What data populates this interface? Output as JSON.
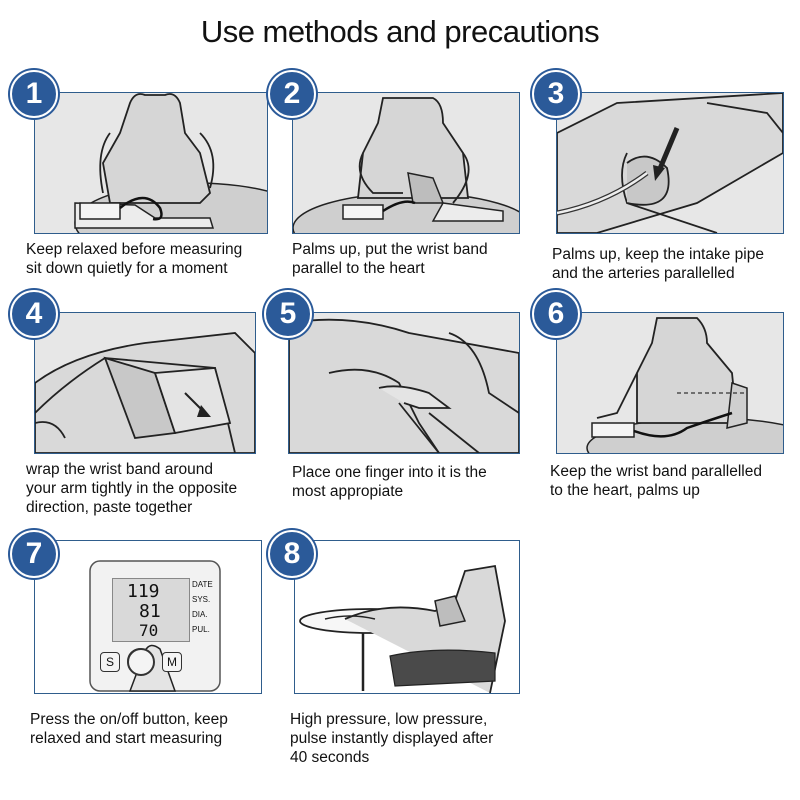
{
  "page": {
    "title": "Use methods and precautions"
  },
  "steps": [
    {
      "number": "1",
      "caption": "Keep relaxed before measuring\nsit down quietly for a moment"
    },
    {
      "number": "2",
      "caption": "Palms up, put the wrist band\nparallel to the heart"
    },
    {
      "number": "3",
      "caption": "Palms up, keep the intake pipe\nand the arteries parallelled"
    },
    {
      "number": "4",
      "caption": "wrap the wrist band around\nyour arm tightly in the opposite\ndirection, paste together"
    },
    {
      "number": "5",
      "caption": "Place one finger into it is the\nmost appropiate"
    },
    {
      "number": "6",
      "caption": "Keep the wrist band parallelled\nto the heart, palms up"
    },
    {
      "number": "7",
      "caption": "Press the on/off button, keep\nrelaxed and start measuring"
    },
    {
      "number": "8",
      "caption": "High pressure, low pressure,\npulse instantly displayed after\n40 seconds"
    }
  ],
  "device": {
    "date_label": "DATE",
    "sys_label": "SYS.",
    "dia_label": "DIA.",
    "pul_label": "PUL.",
    "sys_value": "119",
    "dia_value": "81",
    "pul_value": "70",
    "s_button": "S",
    "m_button": "M"
  },
  "colors": {
    "badge": "#2b5a99",
    "frame_border": "#2f5d8c",
    "illustration_fill": "#e7e7e7"
  }
}
